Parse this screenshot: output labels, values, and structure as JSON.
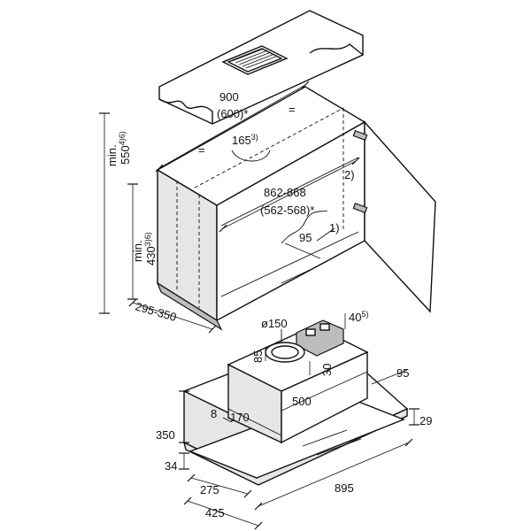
{
  "cabinet": {
    "width": "900",
    "width_alt": "(600)*",
    "inner_width": "862-868",
    "inner_width_alt": "(562-568)*",
    "center_offset": "165",
    "center_offset_sup": "3)",
    "equal_mark": "=",
    "note_1": "1)",
    "note_2": "2)",
    "dim_95": "95",
    "min_top_prefix": "min.",
    "min_top_value": "550",
    "min_top_sup": "4)6)",
    "min_side_prefix": "min.",
    "min_side_value": "430",
    "min_side_sup": "3)6)",
    "depth": "295-350"
  },
  "hood": {
    "duct_diameter": "ø150",
    "dim_40": "40",
    "dim_40_sup": "5)",
    "dim_85": "85",
    "dim_30": "30",
    "chimney_width": "500",
    "chimney_depth": "170",
    "dim_8": "8",
    "dim_95": "95",
    "dim_350": "350",
    "dim_29": "29",
    "dim_34": "34",
    "dim_275": "275",
    "hood_width": "895",
    "hood_depth": "425"
  }
}
